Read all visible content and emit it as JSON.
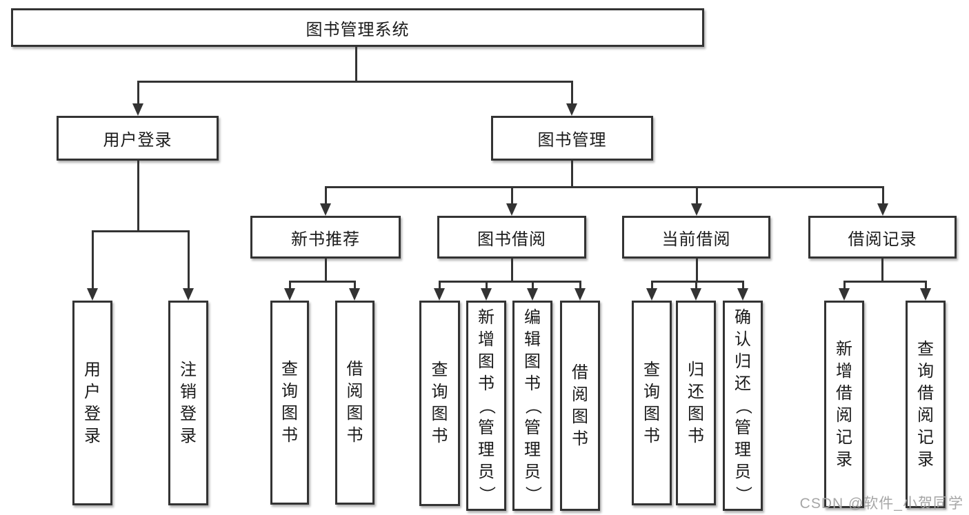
{
  "tree": {
    "label": "图书管理系统",
    "children": [
      {
        "label": "用户登录",
        "children": [
          {
            "label": "用户登录"
          },
          {
            "label": "注销登录"
          }
        ]
      },
      {
        "label": "图书管理",
        "children": [
          {
            "label": "新书推荐",
            "children": [
              {
                "label": "查询图书"
              },
              {
                "label": "借阅图书"
              }
            ]
          },
          {
            "label": "图书借阅",
            "children": [
              {
                "label": "查询图书"
              },
              {
                "label": "新增图书（管理员）"
              },
              {
                "label": "编辑图书（管理员）"
              },
              {
                "label": "借阅图书"
              }
            ]
          },
          {
            "label": "当前借阅",
            "children": [
              {
                "label": "查询图书"
              },
              {
                "label": "归还图书"
              },
              {
                "label": "确认归还（管理员）"
              }
            ]
          },
          {
            "label": "借阅记录",
            "children": [
              {
                "label": "新增借阅记录"
              },
              {
                "label": "查询借阅记录"
              }
            ]
          }
        ]
      }
    ]
  },
  "watermark": {
    "text": "CSDN @软件_小贺同学",
    "color": "#a6a6a6"
  },
  "colors": {
    "background": "#ffffff",
    "line": "#333333",
    "box_border": "#333333",
    "box_fill": "#ffffff",
    "text": "#1a1a1a"
  }
}
